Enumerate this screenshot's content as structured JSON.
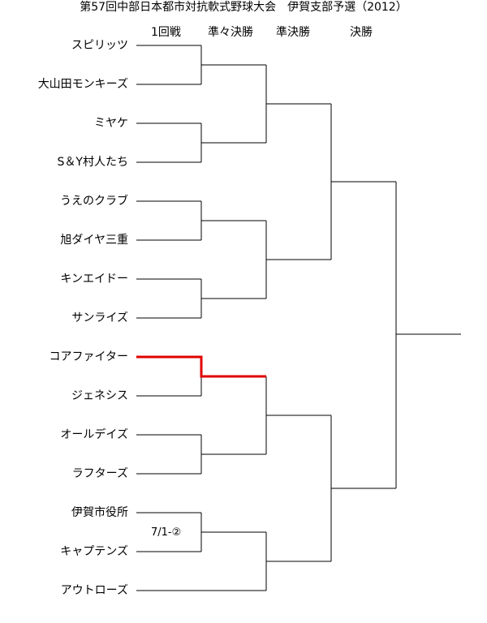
{
  "title": "第57回中部日本都市対抗軟式野球大会　伊賀支部予選（2012）",
  "rounds": [
    "1回戦",
    "準々決勝",
    "準決勝",
    "決勝"
  ],
  "teams": [
    "スピリッツ",
    "大山田モンキーズ",
    "ミヤケ",
    "S＆Y村人たち",
    "うえのクラブ",
    "旭ダイヤ三重",
    "キンエイドー",
    "サンライズ",
    "コアファイター",
    "ジェネシス",
    "オールデイズ",
    "ラフターズ",
    "伊賀市役所",
    "キャプテンズ",
    "アウトローズ"
  ],
  "match_note": "7/1-②",
  "colors": {
    "line": "#000000",
    "winner_path": "#e00000"
  }
}
